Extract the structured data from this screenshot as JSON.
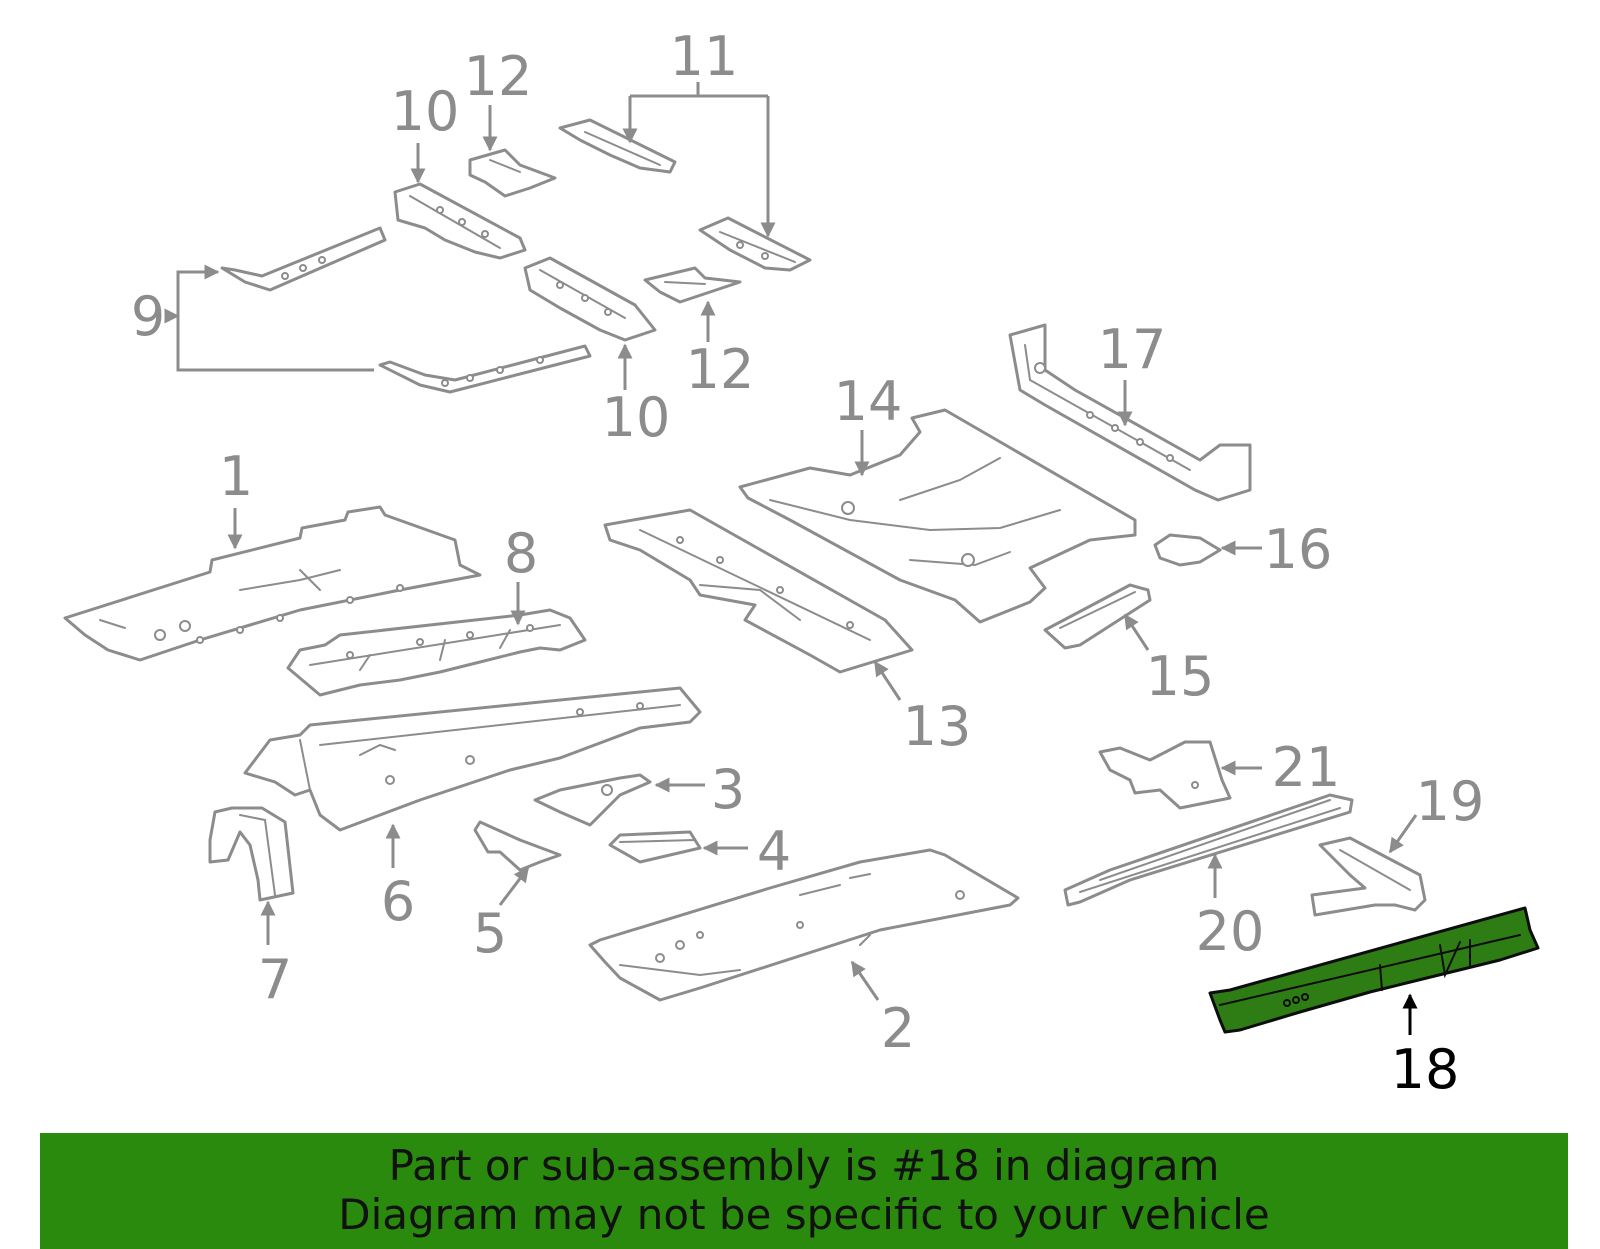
{
  "colors": {
    "line": "#8c8c8c",
    "highlight_fill": "#2e7d14",
    "highlight_stroke": "#0d0d0d",
    "banner_bg": "#2a8a0e",
    "banner_text": "#111111"
  },
  "highlighted_part": "18",
  "callouts": {
    "c1": "1",
    "c2": "2",
    "c3": "3",
    "c4": "4",
    "c5": "5",
    "c6": "6",
    "c7": "7",
    "c8": "8",
    "c9": "9",
    "c10a": "10",
    "c10b": "10",
    "c11": "11",
    "c12a": "12",
    "c12b": "12",
    "c13": "13",
    "c14": "14",
    "c15": "15",
    "c16": "16",
    "c17": "17",
    "c18": "18",
    "c19": "19",
    "c20": "20",
    "c21": "21"
  },
  "banner": {
    "line1": "Part or sub-assembly is #18 in diagram",
    "line2": "Diagram may not be specific to your vehicle"
  }
}
